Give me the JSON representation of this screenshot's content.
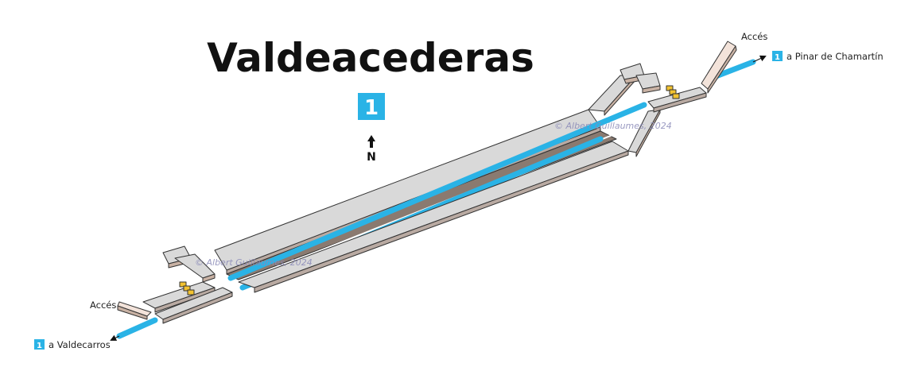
{
  "station": {
    "name": "Valdeacederas",
    "line_number": "1",
    "line_color": "#2ab3e6"
  },
  "compass": {
    "label": "N"
  },
  "access_labels": {
    "north_east": "Accés",
    "south_west": "Accés"
  },
  "directions": {
    "north": {
      "line": "1",
      "text": "a Pinar de Chamartín"
    },
    "south": {
      "line": "1",
      "text": "a Valdecarros"
    }
  },
  "watermark": "© Albert Guillaumes, 2024",
  "colors": {
    "platform_top": "#d9d9d9",
    "platform_side": "#b9aaa2",
    "platform_dark": "#8a7a70",
    "access_top": "#f3e3da",
    "access_side": "#c9b2a4",
    "track": "#2ab3e6",
    "escalator": "#f2c230",
    "outline": "#333333"
  }
}
